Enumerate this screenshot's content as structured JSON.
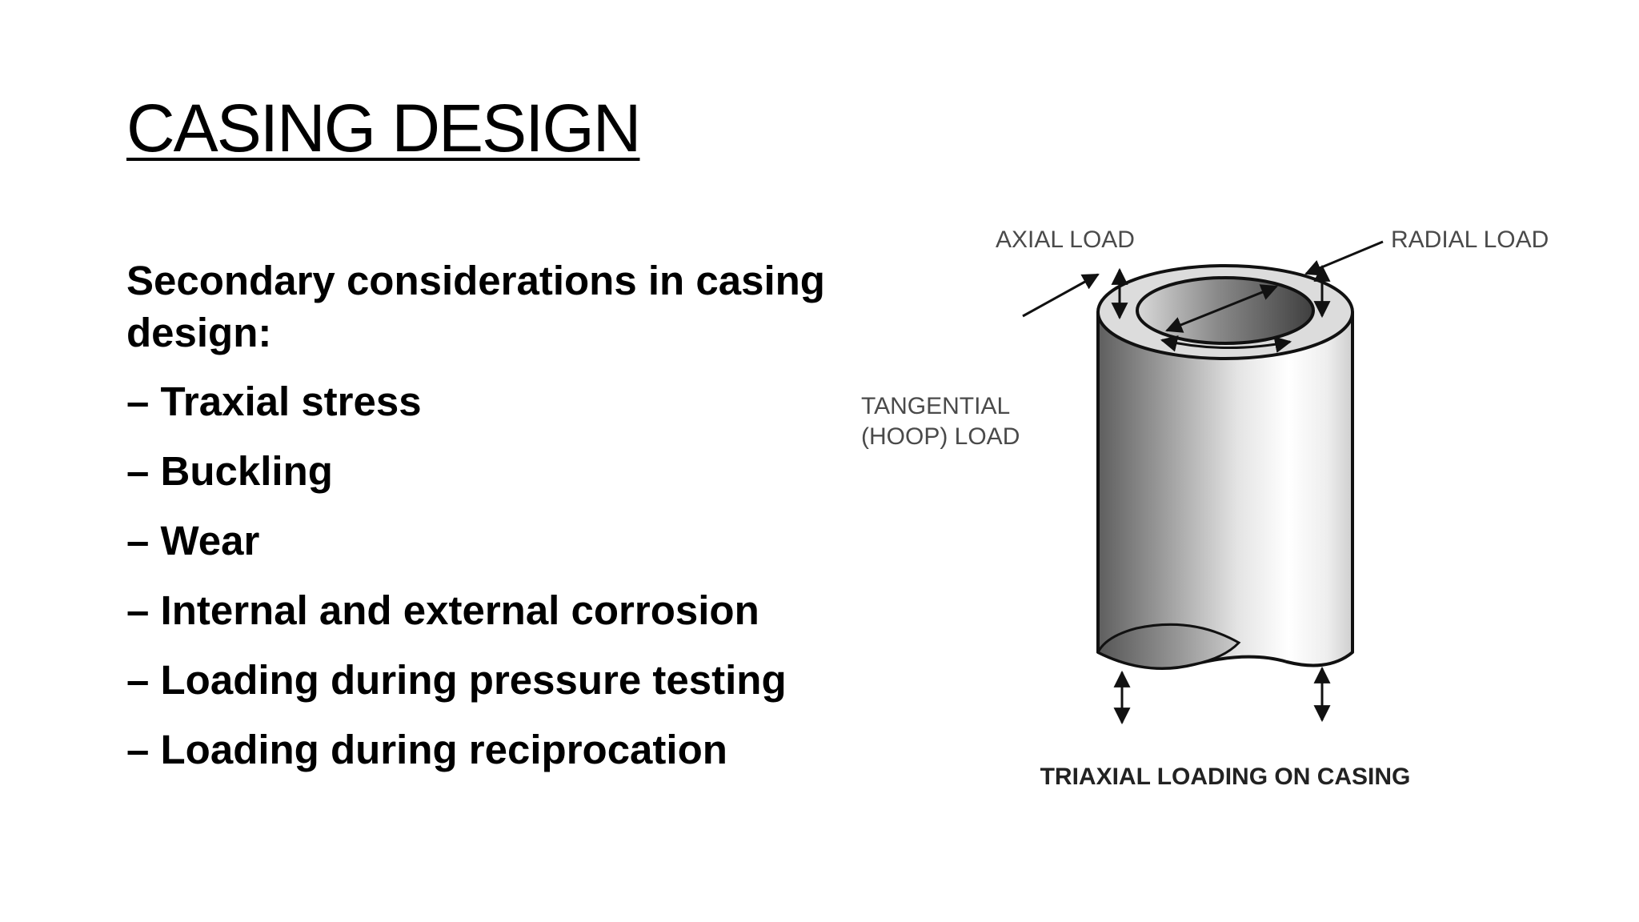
{
  "slide": {
    "title": "CASING DESIGN",
    "intro": "Secondary considerations in casing design:",
    "bullets": [
      "– Traxial stress",
      "– Buckling",
      "– Wear",
      "– Internal and external corrosion",
      "– Loading during pressure testing",
      "– Loading during reciprocation"
    ]
  },
  "diagram": {
    "labels": {
      "axial": "AXIAL LOAD",
      "radial": "RADIAL LOAD",
      "tangential_line1": "TANGENTIAL",
      "tangential_line2": "(HOOP) LOAD"
    },
    "caption": "TRIAXIAL LOADING ON CASING"
  }
}
